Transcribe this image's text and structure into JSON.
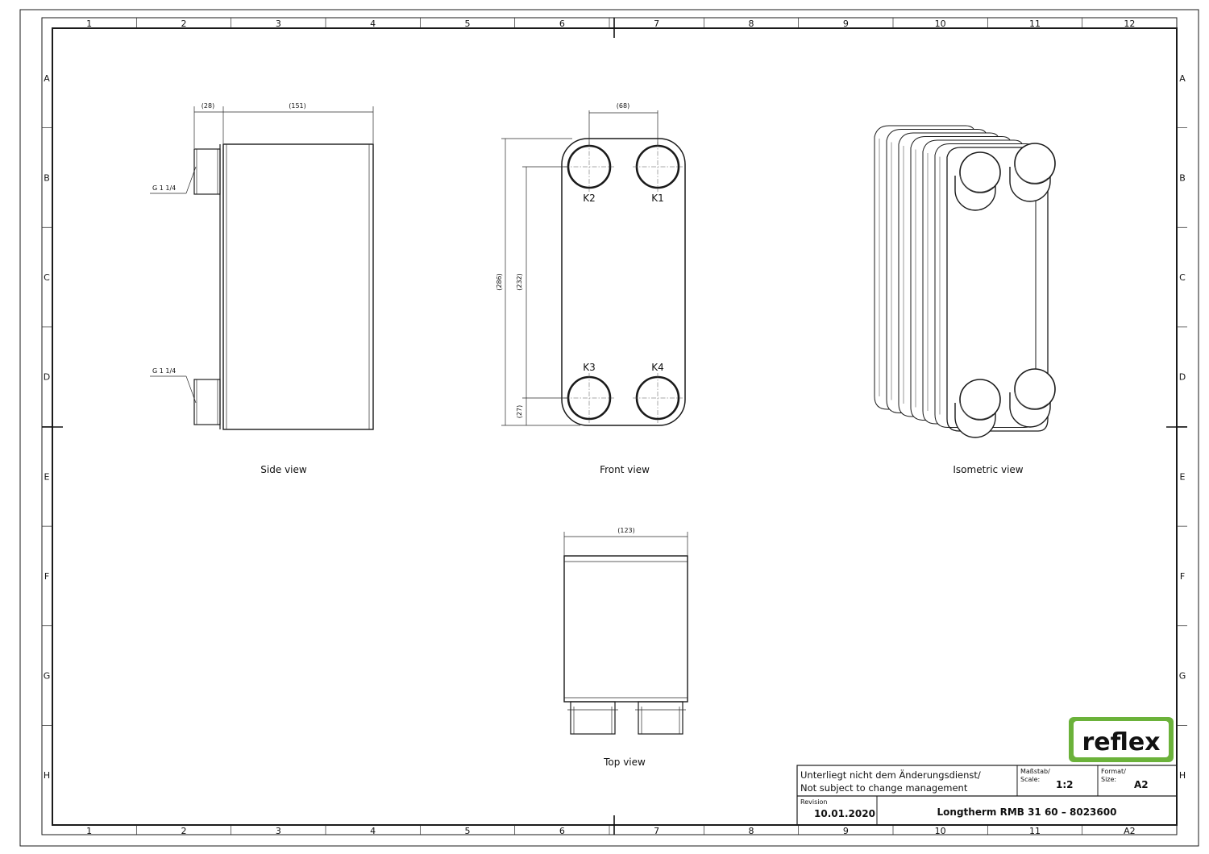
{
  "frame": {
    "columns": [
      "1",
      "2",
      "3",
      "4",
      "5",
      "6",
      "7",
      "8",
      "9",
      "10",
      "11",
      "12"
    ],
    "columns_bottom": [
      "1",
      "2",
      "3",
      "4",
      "5",
      "6",
      "7",
      "8",
      "9",
      "10",
      "11",
      "A2"
    ],
    "rows": [
      "A",
      "B",
      "C",
      "D",
      "E",
      "F",
      "G",
      "H"
    ]
  },
  "side_view": {
    "caption": "Side view",
    "dim_connection": "(28)",
    "dim_depth": "(151)",
    "thread_top": "G 1 1/4",
    "thread_bottom": "G 1 1/4"
  },
  "front_view": {
    "caption": "Front view",
    "dim_port_spacing": "(68)",
    "dim_height": "(286)",
    "dim_port_distance": "(232)",
    "dim_port_offset": "(27)",
    "ports": {
      "k1": "K1",
      "k2": "K2",
      "k3": "K3",
      "k4": "K4"
    }
  },
  "isometric_view": {
    "caption": "Isometric view"
  },
  "top_view": {
    "caption": "Top view",
    "dim_width": "(123)"
  },
  "logo": {
    "text": "reflex",
    "color": "#6bb23a"
  },
  "title_block": {
    "notice_line1": "Unterliegt nicht dem Änderungsdienst/",
    "notice_line2": "Not subject to change management",
    "scale_label_de": "Maßstab/",
    "scale_label_en": "Scale:",
    "scale_value": "1:2",
    "format_label_de": "Format/",
    "format_label_en": "Size:",
    "format_value": "A2",
    "revision_label": "Revision",
    "revision_date": "10.01.2020",
    "title": "Longtherm RMB 31 60 – 8023600"
  }
}
